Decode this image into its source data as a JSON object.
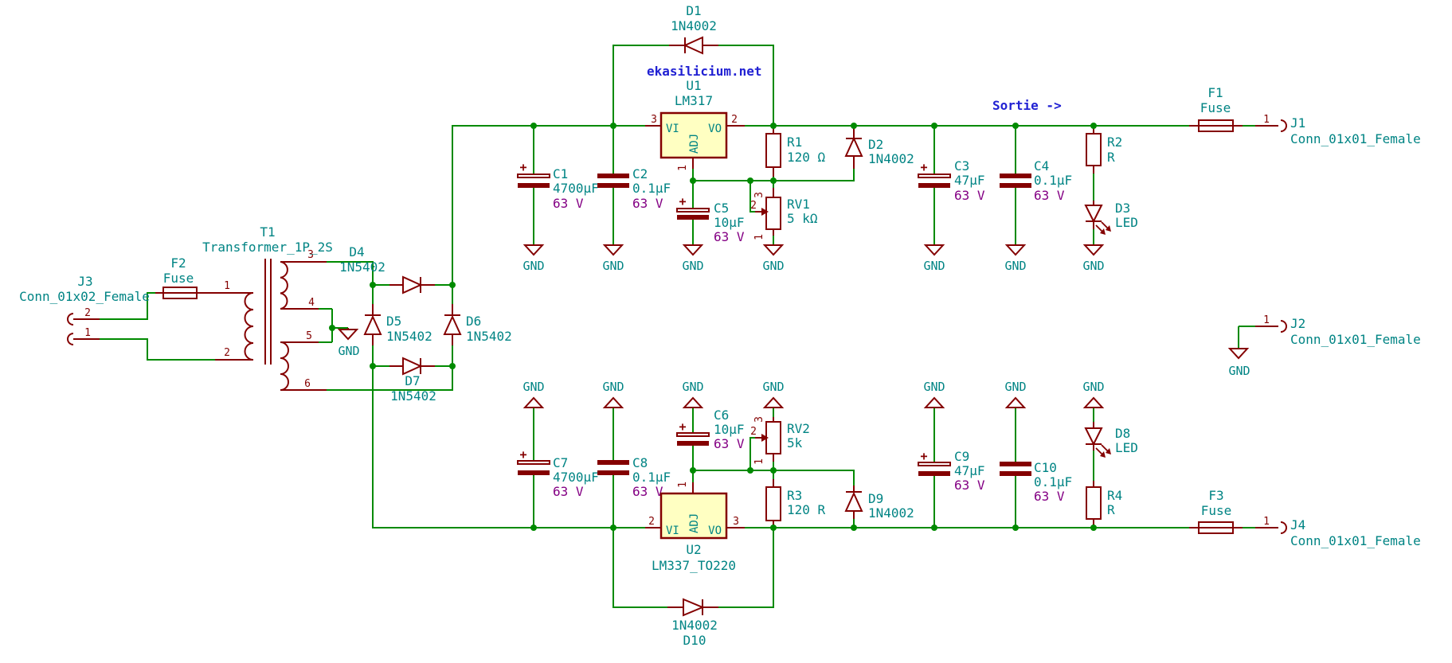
{
  "notes": {
    "watermark": "ekasilicium.net",
    "output_label": "Sortie ->"
  },
  "power": {
    "gnd": "GND"
  },
  "symbols": {
    "plus": "+"
  },
  "colors": {
    "wire": "#008A00",
    "symbol_outline": "#840000",
    "symbol_fill": "#FFFFC2",
    "label_text": "#008484",
    "rating_text": "#840084",
    "note_text": "#2121D3",
    "background": "#FFFFFF"
  },
  "components": {
    "d1": {
      "ref": "D1",
      "value": "1N4002"
    },
    "u1": {
      "ref": "U1",
      "value": "LM317",
      "pin_names": {
        "vi": "VI",
        "vo": "VO",
        "adj": "ADJ"
      },
      "pin_numbers": {
        "vi": "3",
        "vo": "2",
        "adj": "1"
      }
    },
    "r1": {
      "ref": "R1",
      "value": "120 Ω"
    },
    "d2": {
      "ref": "D2",
      "value": "1N4002"
    },
    "c1": {
      "ref": "C1",
      "value": "4700µF",
      "rating": "63 V"
    },
    "c2": {
      "ref": "C2",
      "value": "0.1µF",
      "rating": "63 V"
    },
    "c5": {
      "ref": "C5",
      "value": "10µF",
      "rating": "63 V"
    },
    "rv1": {
      "ref": "RV1",
      "value": "5 kΩ",
      "pin_numbers": [
        "3",
        "2",
        "1"
      ]
    },
    "c3": {
      "ref": "C3",
      "value": "47µF",
      "rating": "63 V"
    },
    "c4": {
      "ref": "C4",
      "value": "0.1µF",
      "rating": "63 V"
    },
    "r2": {
      "ref": "R2",
      "value": "R"
    },
    "d3": {
      "ref": "D3",
      "value": "LED"
    },
    "f1": {
      "ref": "F1",
      "value": "Fuse"
    },
    "j1": {
      "ref": "J1",
      "value": "Conn_01x01_Female",
      "pin": "1"
    },
    "j2": {
      "ref": "J2",
      "value": "Conn_01x01_Female",
      "pin": "1"
    },
    "j3": {
      "ref": "J3",
      "value": "Conn_01x02_Female",
      "pin_numbers": [
        "2",
        "1"
      ]
    },
    "f2": {
      "ref": "F2",
      "value": "Fuse"
    },
    "t1": {
      "ref": "T1",
      "value": "Transformer_1P_2S",
      "pin_numbers": [
        "1",
        "2",
        "3",
        "4",
        "5",
        "6"
      ]
    },
    "d4": {
      "ref": "D4",
      "value": "1N5402"
    },
    "d5": {
      "ref": "D5",
      "value": "1N5402"
    },
    "d6": {
      "ref": "D6",
      "value": "1N5402"
    },
    "d7": {
      "ref": "D7",
      "value": "1N5402"
    },
    "c7": {
      "ref": "C7",
      "value": "4700µF",
      "rating": "63 V"
    },
    "c8": {
      "ref": "C8",
      "value": "0.1µF",
      "rating": "63 V"
    },
    "c6": {
      "ref": "C6",
      "value": "10µF",
      "rating": "63 V"
    },
    "rv2": {
      "ref": "RV2",
      "value": "5k",
      "pin_numbers": [
        "3",
        "2",
        "1"
      ]
    },
    "r3": {
      "ref": "R3",
      "value": "120 R"
    },
    "d9": {
      "ref": "D9",
      "value": "1N4002"
    },
    "c9": {
      "ref": "C9",
      "value": "47µF",
      "rating": "63 V"
    },
    "c10": {
      "ref": "C10",
      "value": "0.1µF",
      "rating": "63 V"
    },
    "d8": {
      "ref": "D8",
      "value": "LED"
    },
    "r4": {
      "ref": "R4",
      "value": "R"
    },
    "f3": {
      "ref": "F3",
      "value": "Fuse"
    },
    "j4": {
      "ref": "J4",
      "value": "Conn_01x01_Female",
      "pin": "1"
    },
    "u2": {
      "ref": "U2",
      "value": "LM337_TO220",
      "pin_names": {
        "vi": "VI",
        "vo": "VO",
        "adj": "ADJ"
      },
      "pin_numbers": {
        "vi": "2",
        "vo": "3",
        "adj": "1"
      }
    },
    "d10": {
      "ref": "D10",
      "value": "1N4002"
    }
  }
}
